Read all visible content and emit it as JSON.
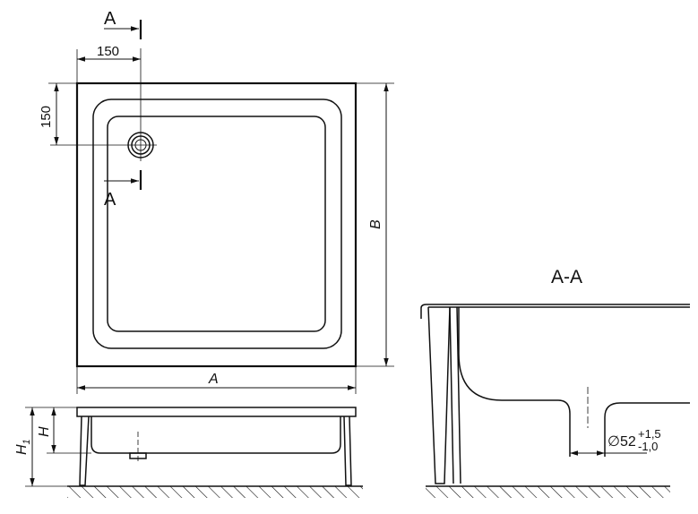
{
  "top_view": {
    "section_marker_letter": "A",
    "dim_horizontal_offset": "150",
    "dim_vertical_offset": "150",
    "dim_width_label": "A",
    "dim_depth_label": "B"
  },
  "front_view": {
    "dim_height_label": "H",
    "dim_total_height_label": "H",
    "dim_total_height_subscript": "1"
  },
  "section_view": {
    "title": "A-A",
    "drain_diameter_prefix": "∅52",
    "drain_tolerance_upper": "+1,5",
    "drain_tolerance_lower": "-1,0"
  }
}
